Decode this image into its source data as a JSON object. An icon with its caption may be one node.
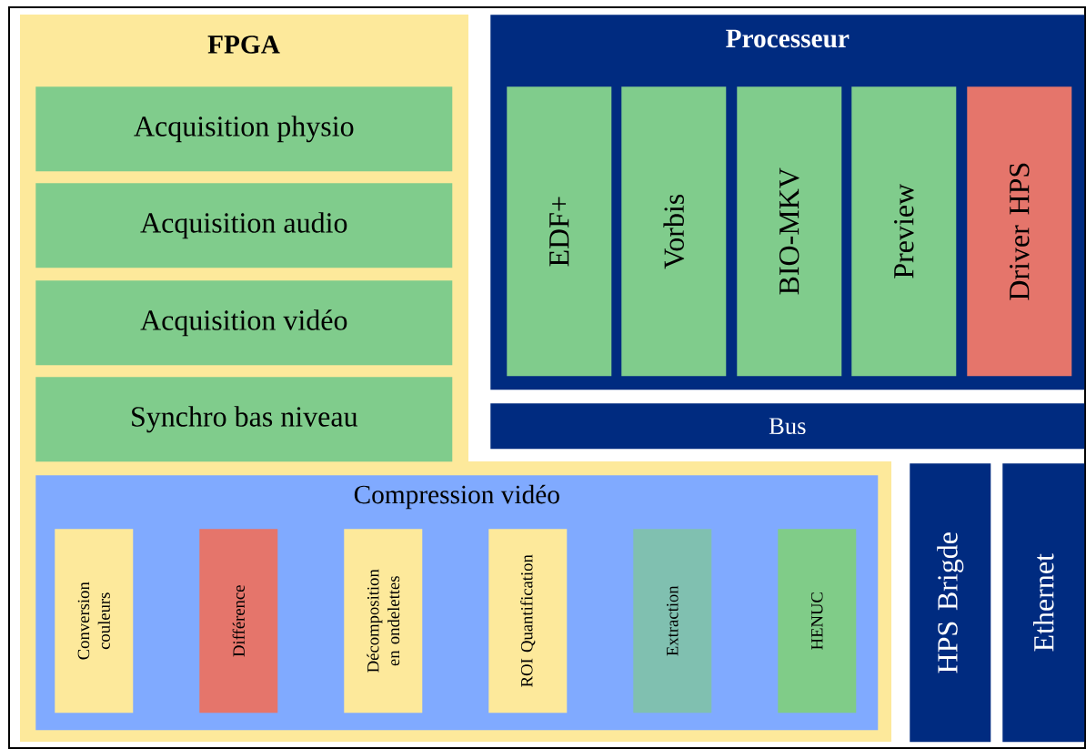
{
  "diagram": {
    "nodes": [
      {
        "text": [
          "FPGA"
        ]
      },
      {
        "text": [
          "Acquisition physio"
        ],
        "in": 0
      },
      {
        "text": [
          "Acquisition audio"
        ],
        "in": 0
      },
      {
        "text": [
          "Acquisition vidéo"
        ],
        "in": 0
      },
      {
        "text": [
          "Synchro bas niveau"
        ],
        "in": 0
      },
      {
        "text": [
          "Compression vidéo"
        ],
        "in": 0
      },
      {
        "text": [
          "Conversion couleurs"
        ],
        "in": 5
      },
      {
        "text": [
          "Différence"
        ],
        "in": 5
      },
      {
        "text": [
          "Décomposition en ondelettes"
        ],
        "in": 5
      },
      {
        "text": [
          "ROI Quantification"
        ],
        "in": 5
      },
      {
        "text": [
          "Extraction"
        ],
        "in": 5
      },
      {
        "text": [
          "HENUC"
        ],
        "in": 5
      },
      {
        "text": [
          "Processeur"
        ]
      },
      {
        "text": [
          "EDF+"
        ],
        "in": 12
      },
      {
        "text": [
          "Vorbis"
        ],
        "in": 12
      },
      {
        "text": [
          "BIO-MKV"
        ],
        "in": 12
      },
      {
        "text": [
          "Preview"
        ],
        "in": 12
      },
      {
        "text": [
          "Driver HPS"
        ],
        "in": 12
      },
      {
        "text": [
          "Bus"
        ]
      },
      {
        "text": [
          "HPS Brigde"
        ]
      },
      {
        "text": [
          "Ethernet"
        ]
      }
    ]
  }
}
